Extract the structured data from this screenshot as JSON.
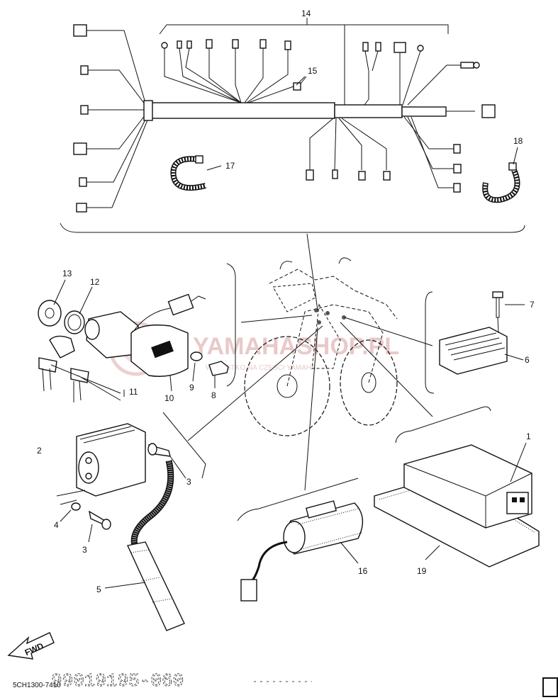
{
  "diagram": {
    "callouts": [
      "1",
      "2",
      "3",
      "3",
      "4",
      "5",
      "6",
      "7",
      "8",
      "9",
      "10",
      "11",
      "12",
      "13",
      "14",
      "15",
      "16",
      "17",
      "18",
      "19"
    ],
    "watermark": {
      "brand": "YAMAHASHOP.PL",
      "tagline": "WSZYSTKO NA CZĘŚCI YAMAHA"
    },
    "diagram_code": "5CH1300-7410",
    "serial": "99019195-060",
    "direction_arrow": "FWD",
    "colors": {
      "ink": "#111111",
      "watermark": "#e9c9c9",
      "background": "#ffffff"
    }
  }
}
